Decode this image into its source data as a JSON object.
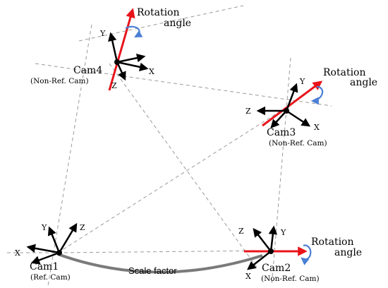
{
  "diagram": {
    "cameras": [
      {
        "id": "cam1",
        "name": "Cam1",
        "role": "(Ref. Cam)"
      },
      {
        "id": "cam2",
        "name": "Cam2",
        "role": "(Non-Ref. Cam)"
      },
      {
        "id": "cam3",
        "name": "Cam3",
        "role": "(Non-Ref. Cam)"
      },
      {
        "id": "cam4",
        "name": "Cam4",
        "role": "(Non-Ref. Cam)"
      }
    ],
    "axes": {
      "x": "X",
      "y": "Y",
      "z": "Z"
    },
    "rotation_label_line1": "Rotation",
    "rotation_label_line2": "angle",
    "scale_factor_label": "Scale factor",
    "colors": {
      "axis_arrow": "#000000",
      "rotation_axis": "#e8141a",
      "rotation_marker": "#4a7fd4",
      "dashed_line": "#9a9a9a",
      "scale_curve": "#7a7a7a"
    }
  }
}
